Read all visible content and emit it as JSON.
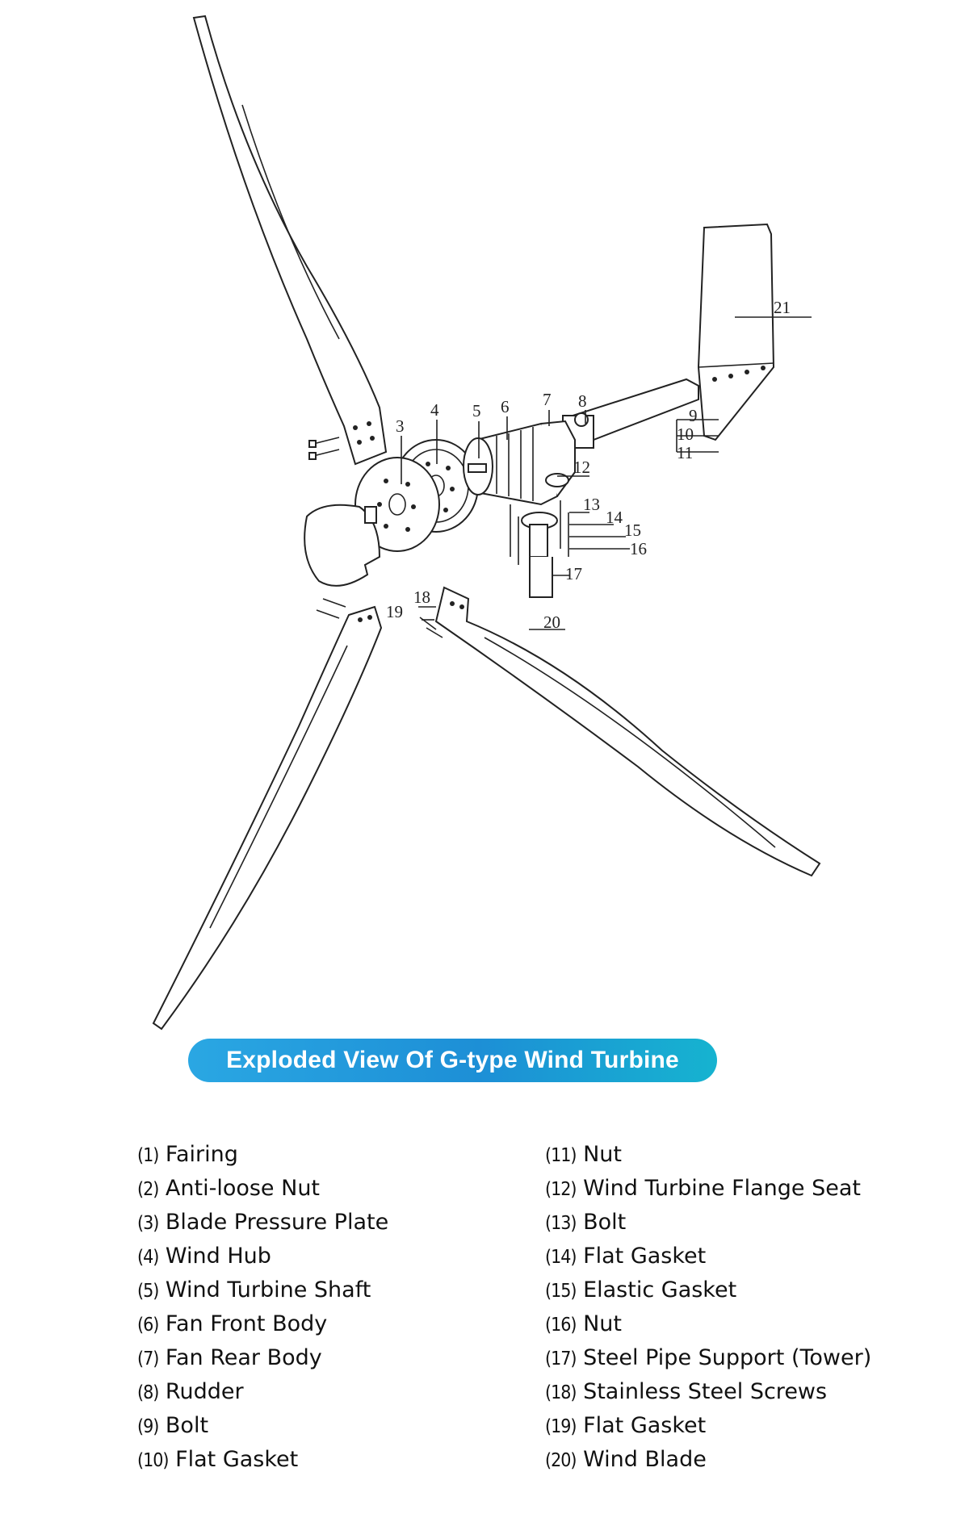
{
  "callouts": [
    "3",
    "4",
    "5",
    "6",
    "7",
    "8",
    "9",
    "10",
    "11",
    "12",
    "13",
    "14",
    "15",
    "16",
    "17",
    "18",
    "19",
    "20",
    "21"
  ],
  "title": "Exploded View Of G-type Wind Turbine",
  "legend_left": [
    {
      "num": "(1)",
      "label": "Fairing"
    },
    {
      "num": "(2)",
      "label": "Anti-loose Nut"
    },
    {
      "num": "(3)",
      "label": "Blade Pressure Plate"
    },
    {
      "num": "(4)",
      "label": "Wind Hub"
    },
    {
      "num": "(5)",
      "label": "Wind Turbine Shaft"
    },
    {
      "num": "(6)",
      "label": "Fan Front Body"
    },
    {
      "num": "(7)",
      "label": "Fan Rear Body"
    },
    {
      "num": "(8)",
      "label": "Rudder"
    },
    {
      "num": "(9)",
      "label": "Bolt"
    },
    {
      "num": "(10)",
      "label": "Flat Gasket"
    }
  ],
  "legend_right": [
    {
      "num": "(11)",
      "label": "Nut"
    },
    {
      "num": "(12)",
      "label": "Wind Turbine Flange Seat"
    },
    {
      "num": "(13)",
      "label": "Bolt"
    },
    {
      "num": "(14)",
      "label": "Flat Gasket"
    },
    {
      "num": "(15)",
      "label": "Elastic Gasket"
    },
    {
      "num": "(16)",
      "label": "Nut"
    },
    {
      "num": "(17)",
      "label": "Steel Pipe Support (Tower)"
    },
    {
      "num": "(18)",
      "label": "Stainless Steel Screws"
    },
    {
      "num": "(19)",
      "label": "Flat Gasket"
    },
    {
      "num": "(20)",
      "label": "Wind Blade"
    }
  ]
}
